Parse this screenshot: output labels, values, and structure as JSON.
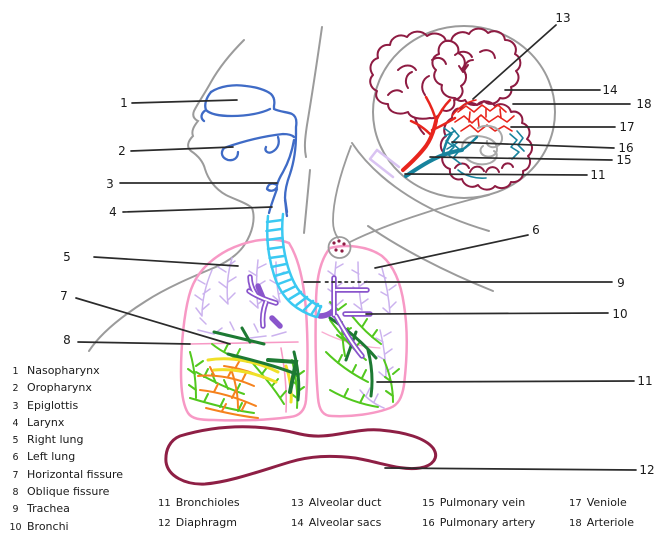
{
  "legend_left": {
    "items": [
      {
        "num": "1",
        "label": "Nasopharynx"
      },
      {
        "num": "2",
        "label": "Oropharynx"
      },
      {
        "num": "3",
        "label": "Epiglottis"
      },
      {
        "num": "4",
        "label": "Larynx"
      },
      {
        "num": "5",
        "label": "Right lung"
      },
      {
        "num": "6",
        "label": "Left lung"
      },
      {
        "num": "7",
        "label": "Horizontal fissure"
      },
      {
        "num": "8",
        "label": "Oblique fissure"
      },
      {
        "num": "9",
        "label": "Trachea"
      },
      {
        "num": "10",
        "label": "Bronchi"
      }
    ]
  },
  "legend_bottom": {
    "columns": [
      {
        "rows": [
          {
            "num": "11",
            "label": "Bronchioles"
          },
          {
            "num": "12",
            "label": "Diaphragm"
          }
        ]
      },
      {
        "rows": [
          {
            "num": "13",
            "label": "Alveolar duct"
          },
          {
            "num": "14",
            "label": "Alveolar sacs"
          }
        ]
      },
      {
        "rows": [
          {
            "num": "15",
            "label": "Pulmonary vein"
          },
          {
            "num": "16",
            "label": "Pulmonary artery"
          }
        ]
      },
      {
        "rows": [
          {
            "num": "17",
            "label": "Veniole"
          },
          {
            "num": "18",
            "label": "Arteriole"
          }
        ]
      }
    ]
  },
  "callout_numbers": {
    "n1": "1",
    "n2": "2",
    "n3": "3",
    "n4": "4",
    "n5": "5",
    "n6": "6",
    "n7": "7",
    "n8": "8",
    "n9": "9",
    "n10": "10",
    "n11": "11",
    "n12": "12",
    "n13": "13",
    "n14": "14",
    "n15": "15",
    "n16": "16",
    "n17": "17",
    "n18": "18"
  },
  "colors": {
    "body_outline_gray": "#9b9b9b",
    "airway_blue": "#3f6bc6",
    "trachea_cyan": "#3bc9f2",
    "lung_pink": "#f799c5",
    "bronchi_purple": "#8a55cc",
    "branch_lavender": "#cbb2ee",
    "branch_green": "#52c81e",
    "branch_dark_green": "#1d7a33",
    "branch_orange": "#f5821e",
    "branch_yellow": "#f0e028",
    "alveoli_maroon": "#8e1b42",
    "artery_red": "#e8251d",
    "vein_teal": "#17839d",
    "diaphragm_maroon": "#8e1f45",
    "leader_line_black": "#2b2b2b"
  }
}
